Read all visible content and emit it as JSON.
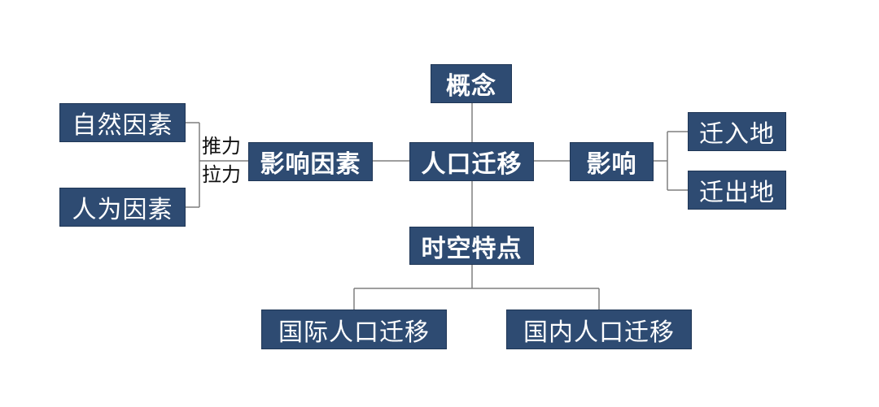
{
  "colors": {
    "node_fill": "#2e4b72",
    "line": "#7f7f7f",
    "text": "#ffffff"
  },
  "diagram": {
    "center": "人口迁移",
    "concept": "概念",
    "factors": "影响因素",
    "natural_factors": "自然因素",
    "human_factors": "人为因素",
    "push_label": "推力",
    "pull_label": "拉力",
    "impact": "影响",
    "destination": "迁入地",
    "origin": "迁出地",
    "spatiotemporal": "时空特点",
    "international": "国际人口迁移",
    "domestic": "国内人口迁移"
  }
}
